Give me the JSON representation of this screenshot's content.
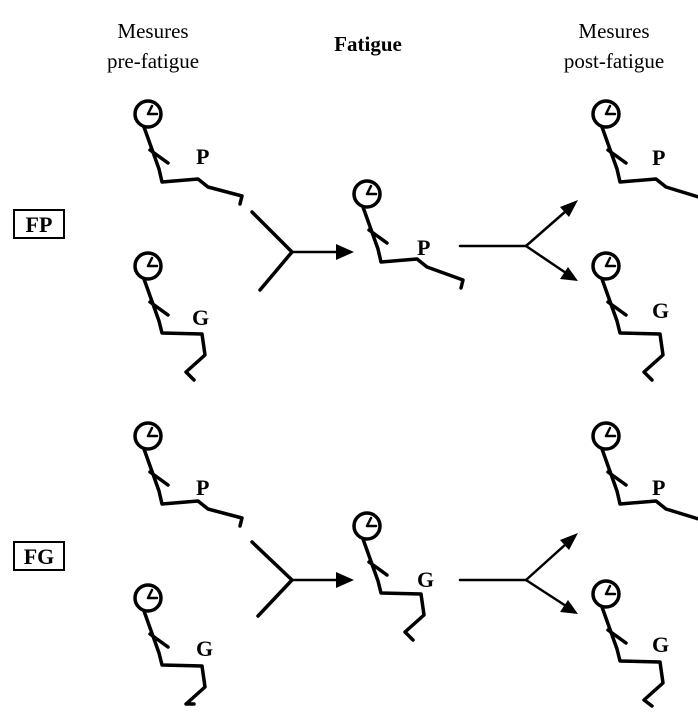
{
  "headers": {
    "pre": [
      "Mesures",
      "pre-fatigue"
    ],
    "fatigue": "Fatigue",
    "post": [
      "Mesures",
      "post-fatigue"
    ]
  },
  "groups": [
    {
      "label": "FP",
      "fatigue_position": "P"
    },
    {
      "label": "FG",
      "fatigue_position": "G"
    }
  ],
  "positions": {
    "P": "P",
    "G": "G"
  }
}
